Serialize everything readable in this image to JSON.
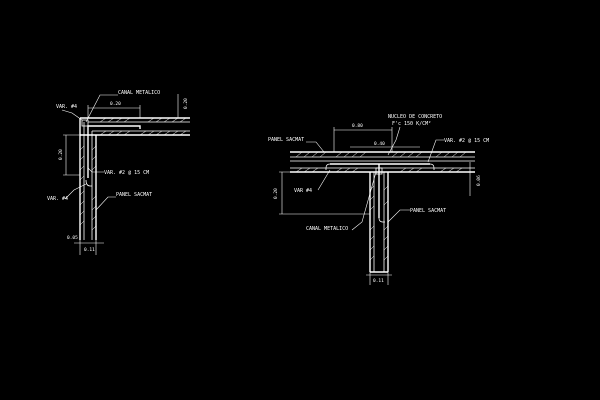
{
  "colors": {
    "background": "#000000",
    "lines": "#ffffff"
  },
  "left_detail": {
    "canal_metalico": "CANAL METALICO",
    "var_top": "VAR. #4",
    "var_side": "VAR. #4",
    "var_n2": "VAR. #2 @ 15 CM",
    "panel": "PANEL SACMAT",
    "dim_top": "0.20",
    "dim_right": "0.20",
    "dim_left": "0.20",
    "dim_bottom_a": "0.05",
    "dim_bottom_b": "0.11"
  },
  "right_detail": {
    "nucleo_line1": "NUCLEO DE CONCRETO",
    "nucleo_line2": "F'c 150 K/CM²",
    "panel_top": "PANEL SACMAT",
    "var_n2": "VAR. #2 @ 15 CM",
    "var_4": "VAR #4",
    "panel_bottom": "PANEL SACMAT",
    "canal_metalico": "CANAL METALICO",
    "dim_top": "0.80",
    "dim_mid": "0.40",
    "dim_left": "0.20",
    "dim_right": "0.06",
    "dim_bottom": "0.11"
  }
}
